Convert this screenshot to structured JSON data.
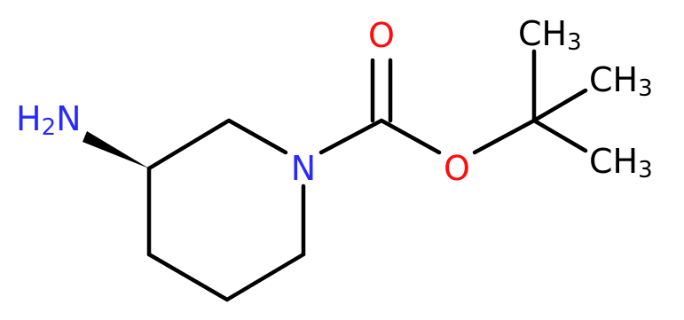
{
  "molecule": {
    "atoms": {
      "amine": {
        "symbol": "H",
        "sub": "2",
        "suffix": "N",
        "color": "#2a2aff"
      },
      "ring_nitrogen": {
        "symbol": "N",
        "color": "#2a2aff"
      },
      "carbonyl_oxygen": {
        "symbol": "O",
        "color": "#ff0d0d"
      },
      "ester_oxygen": {
        "symbol": "O",
        "color": "#ff0d0d"
      },
      "methyl_top": {
        "symbol": "CH",
        "sub": "3",
        "color": "#000000"
      },
      "methyl_middle": {
        "symbol": "CH",
        "sub": "3",
        "color": "#000000"
      },
      "methyl_bottom": {
        "symbol": "CH",
        "sub": "3",
        "color": "#000000"
      }
    },
    "colors": {
      "bond": "#000000",
      "nitrogen": "#2a2aff",
      "oxygen": "#ff0d0d",
      "carbon": "#000000"
    }
  }
}
